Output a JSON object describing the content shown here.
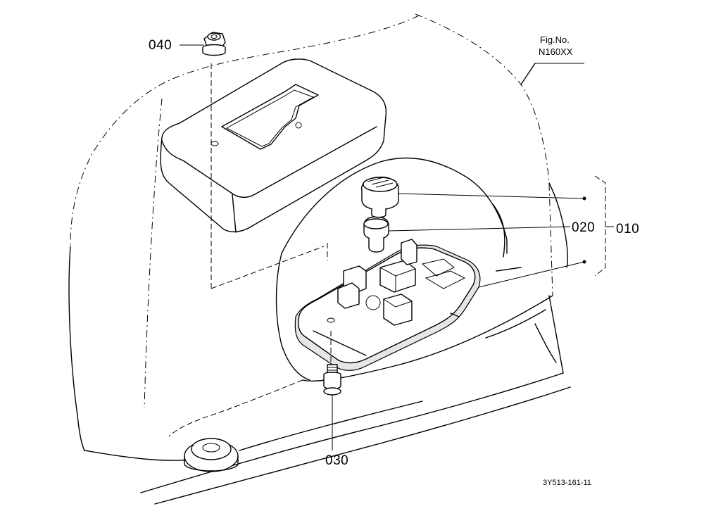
{
  "figure": {
    "fig_label": "Fig.No.",
    "fig_number": "N160XX",
    "drawing_code": "3Y513-161-11"
  },
  "callouts": {
    "part_010": "010",
    "part_020": "020",
    "part_030": "030",
    "part_040": "040"
  },
  "colors": {
    "line": "#000000",
    "background": "#ffffff"
  }
}
